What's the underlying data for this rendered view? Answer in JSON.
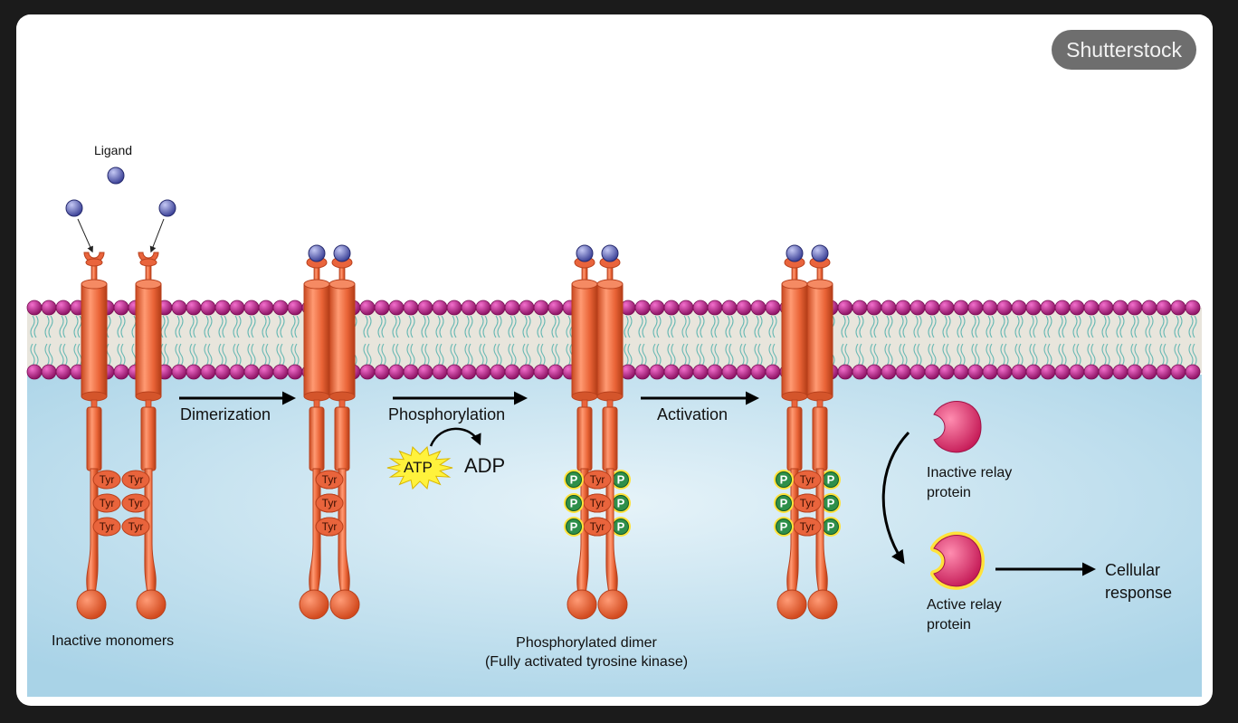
{
  "watermark": "Shutterstock",
  "labels": {
    "ligand": "Ligand",
    "dimerization": "Dimerization",
    "phosphorylation": "Phosphorylation",
    "activation": "Activation",
    "atp": "ATP",
    "adp": "ADP",
    "inactive_monomers": "Inactive monomers",
    "phosphorylated_dimer_line1": "Phosphorylated dimer",
    "phosphorylated_dimer_line2": "(Fully activated tyrosine kinase)",
    "inactive_relay_line1": "Inactive relay",
    "inactive_relay_line2": "protein",
    "active_relay_line1": "Active relay",
    "active_relay_line2": "protein",
    "cellular_response_line1": "Cellular",
    "cellular_response_line2": "response"
  },
  "tyrosine_label": "Tyr",
  "phosphate_label": "P",
  "colors": {
    "receptor": "#e9643c",
    "receptor_dark": "#b8401c",
    "membrane_head": "#c0218a",
    "ligand": "#5860b4",
    "cytoplasm": "#b7daea",
    "phosphate": "#2e8f4a",
    "relay_protein": "#e8326e",
    "active_glow": "#ffe23a"
  }
}
